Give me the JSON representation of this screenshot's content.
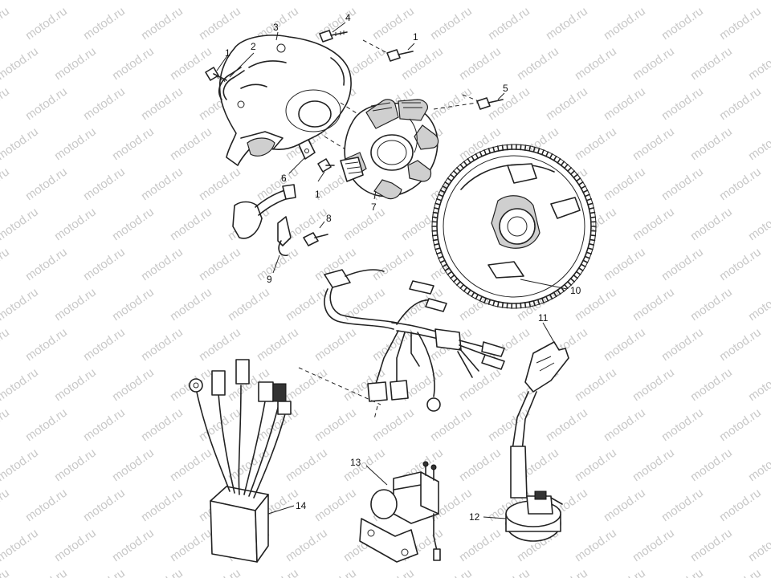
{
  "watermark": {
    "text": "motod.ru"
  },
  "callouts": [
    {
      "id": "c1a",
      "label": "1"
    },
    {
      "id": "c2",
      "label": "2"
    },
    {
      "id": "c3",
      "label": "3"
    },
    {
      "id": "c4",
      "label": "4"
    },
    {
      "id": "c1b",
      "label": "1"
    },
    {
      "id": "c5",
      "label": "5"
    },
    {
      "id": "c6",
      "label": "6"
    },
    {
      "id": "c1c",
      "label": "1"
    },
    {
      "id": "c7",
      "label": "7"
    },
    {
      "id": "c8",
      "label": "8"
    },
    {
      "id": "c9",
      "label": "9"
    },
    {
      "id": "c10",
      "label": "10"
    },
    {
      "id": "c11",
      "label": "11"
    },
    {
      "id": "c12",
      "label": "12"
    },
    {
      "id": "c13",
      "label": "13"
    },
    {
      "id": "c14",
      "label": "14"
    }
  ]
}
